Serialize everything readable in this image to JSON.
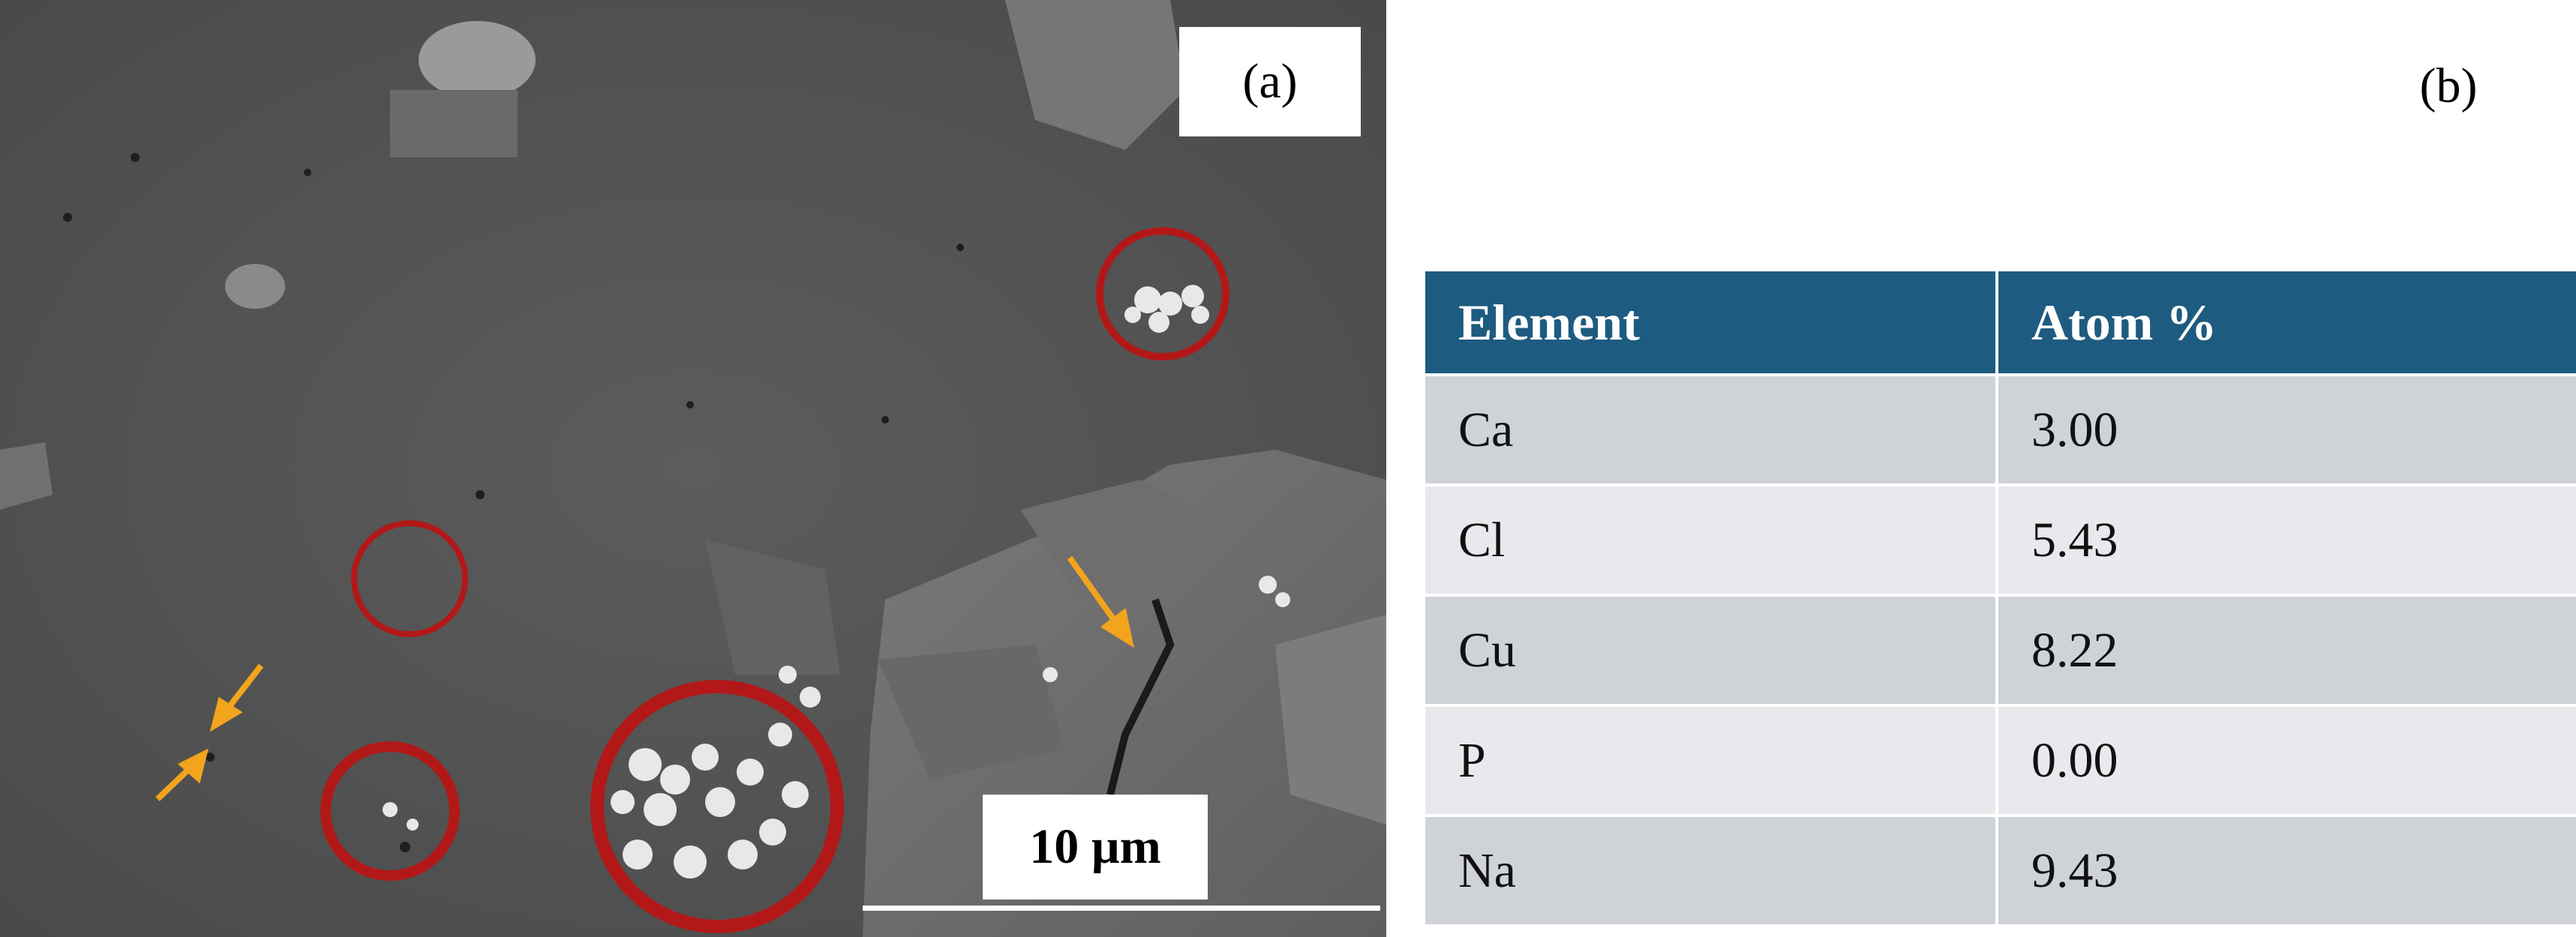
{
  "figure": {
    "panel_a": {
      "label": "(a)",
      "scale_bar_label": "10 µm"
    },
    "panel_b": {
      "label": "(b)",
      "table": {
        "headers": [
          "Element",
          "Atom %"
        ],
        "rows": [
          [
            "Ca",
            "3.00"
          ],
          [
            "Cl",
            "5.43"
          ],
          [
            "Cu",
            "8.22"
          ],
          [
            "P",
            "0.00"
          ],
          [
            "Na",
            "9.43"
          ]
        ]
      }
    },
    "colors": {
      "header_bg": "#1e5b80",
      "row_odd": "#cfd3d8",
      "row_even": "#e7e9ec",
      "circle": "#b31818",
      "arrow": "#f2a41d",
      "sem_background": "#565656"
    }
  }
}
